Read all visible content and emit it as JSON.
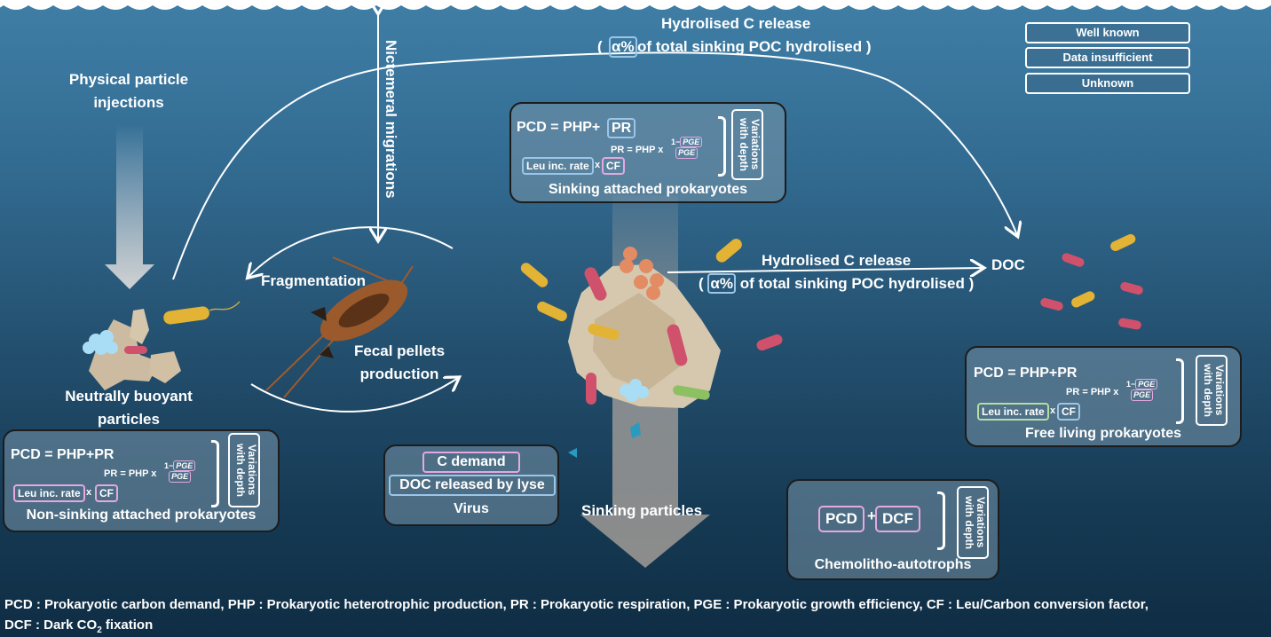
{
  "legend": {
    "well_known": "Well known",
    "data_insufficient": "Data insufficient",
    "unknown": "Unknown"
  },
  "colors": {
    "well_known": "#b6dca0",
    "data_insufficient": "#9cc6e8",
    "unknown": "#e5a8e0"
  },
  "top_hydrolised": {
    "line1": "Hydrolised C release",
    "prefix": "(",
    "alpha": "α%",
    "suffix": "of total sinking POC hydrolised )"
  },
  "mid_hydrolised": {
    "line1": "Hydrolised C release",
    "prefix": "(",
    "alpha": "α%",
    "suffix": "of total sinking POC hydrolised )"
  },
  "doc": "DOC",
  "nictemeral": "Nictemeral migrations",
  "physical": {
    "line1": "Physical particle",
    "line2": "injections"
  },
  "fragmentation": "Fragmentation",
  "fecal": {
    "line1": "Fecal pellets",
    "line2": "production"
  },
  "neutrally": {
    "line1": "Neutrally buoyant",
    "line2": "particles"
  },
  "sinking_particles": "Sinking particles",
  "formula": {
    "pcd": "PCD = PHP+",
    "pr": "PR",
    "pr_eq": "PR = PHP x",
    "num": "1−",
    "pge": "PGE",
    "leu": "Leu inc. rate",
    "x": "x",
    "cf": "CF",
    "variations": "Variations with depth"
  },
  "formula_plain": {
    "pcd": "PCD = PHP+PR"
  },
  "boxes": {
    "sinking": "Sinking attached prokaryotes",
    "free": "Free living prokaryotes",
    "nonsinking": "Non-sinking attached prokaryotes",
    "virus": {
      "demand": "C demand",
      "doc": "DOC released by lyse",
      "label": "Virus"
    },
    "chemo": {
      "pcd": "PCD",
      "plus": "+",
      "dcf": "DCF",
      "label": "Chemolitho-autotrophs"
    }
  },
  "footer": {
    "line1": "PCD : Prokaryotic carbon demand, PHP : Prokaryotic heterotrophic production, PR : Prokaryotic respiration, PGE : Prokaryotic growth efficiency, CF : Leu/Carbon conversion factor,",
    "line2a": "DCF : Dark CO",
    "line2sub": "2",
    "line2b": " fixation"
  }
}
